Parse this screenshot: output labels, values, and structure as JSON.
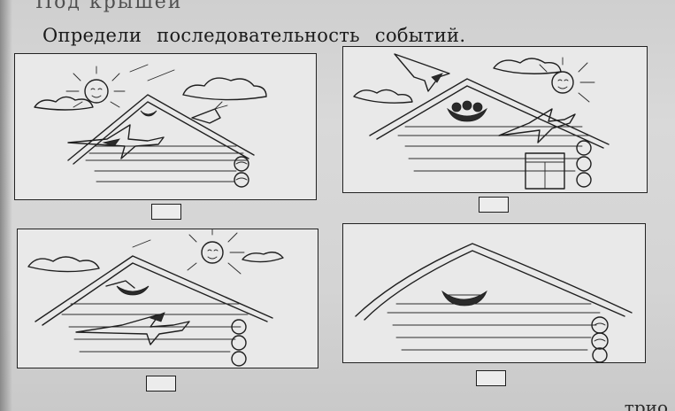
{
  "header": {
    "top_fragment": "Под крышей",
    "title": "Определи последовательность событий."
  },
  "footer": {
    "fragment": "трио"
  },
  "panels": [
    {
      "content": "sun, clouds, two swallows flying to the roof, nest-building begins"
    },
    {
      "content": "sun, clouds, swallows bringing food to chicks in nest, window"
    },
    {
      "content": "sun, clouds, swallows flying around the nest"
    },
    {
      "content": "roof with an empty nest"
    }
  ]
}
